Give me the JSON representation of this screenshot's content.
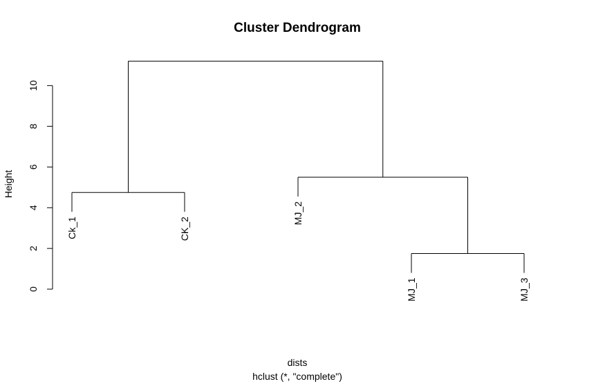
{
  "chart_data": {
    "type": "dendrogram",
    "title": "Cluster Dendrogram",
    "xlabel": "dists",
    "sub": "hclust (*, \"complete\")",
    "ylabel": "Height",
    "ylim": [
      0,
      11.2
    ],
    "yticks": [
      0,
      2,
      4,
      6,
      8,
      10
    ],
    "leaves": [
      "Ck_1",
      "CK_2",
      "MJ_2",
      "MJ_1",
      "MJ_3"
    ],
    "merges": [
      {
        "left": "MJ_1",
        "right": "MJ_3",
        "height": 1.75
      },
      {
        "left": "Ck_1",
        "right": "CK_2",
        "height": 4.75
      },
      {
        "left": "MJ_2",
        "right": "MJ_1 + MJ_3",
        "height": 5.5
      },
      {
        "left": "Ck_1 + CK_2",
        "right": "MJ_2 + MJ_1 + MJ_3",
        "height": 11.2
      }
    ],
    "leaf_heights": {
      "Ck_1": 3.8,
      "CK_2": 3.8,
      "MJ_2": 4.55,
      "MJ_1": 0.8,
      "MJ_3": 0.8
    },
    "line_color": "#000000",
    "background": "#ffffff"
  }
}
